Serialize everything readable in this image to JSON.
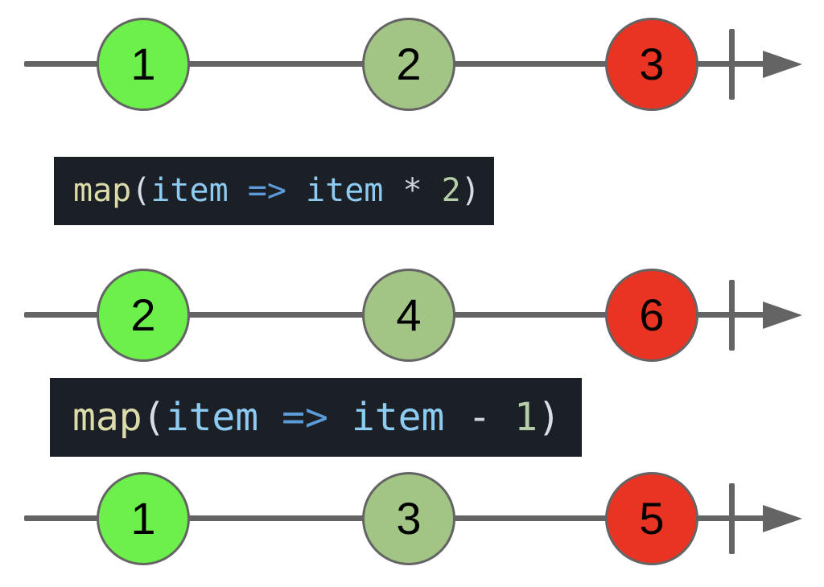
{
  "colors": {
    "background": "#ffffff",
    "stroke": "#646464",
    "marble_green": "#6df04c",
    "marble_sage": "#a2c585",
    "marble_red": "#e93423",
    "marble_text": "#000000",
    "code_background": "#1b1f26",
    "token_function": "#dcdcaa",
    "token_punctuation": "#d8dce3",
    "token_variable": "#8ecbf2",
    "token_operator_arrow": "#5a9bd8",
    "token_operator_math": "#cfd3da",
    "token_number": "#b5cea8"
  },
  "timelines": [
    {
      "name": "input-stream",
      "marbles": [
        {
          "value": "1",
          "color": "marble_green"
        },
        {
          "value": "2",
          "color": "marble_sage"
        },
        {
          "value": "3",
          "color": "marble_red"
        }
      ]
    },
    {
      "name": "stream-after-multiply",
      "marbles": [
        {
          "value": "2",
          "color": "marble_green"
        },
        {
          "value": "4",
          "color": "marble_sage"
        },
        {
          "value": "6",
          "color": "marble_red"
        }
      ]
    },
    {
      "name": "stream-after-subtract",
      "marbles": [
        {
          "value": "1",
          "color": "marble_green"
        },
        {
          "value": "3",
          "color": "marble_sage"
        },
        {
          "value": "5",
          "color": "marble_red"
        }
      ]
    }
  ],
  "code_blocks": [
    {
      "name": "map-multiply-operator",
      "text": "map(item => item * 2)",
      "tokens": [
        {
          "text": "map",
          "color": "token_function"
        },
        {
          "text": "(",
          "color": "token_punctuation"
        },
        {
          "text": "item",
          "color": "token_variable"
        },
        {
          "text": " "
        },
        {
          "text": "=>",
          "color": "token_operator_arrow"
        },
        {
          "text": " "
        },
        {
          "text": "item",
          "color": "token_variable"
        },
        {
          "text": " "
        },
        {
          "text": "*",
          "color": "token_operator_math"
        },
        {
          "text": " "
        },
        {
          "text": "2",
          "color": "token_number"
        },
        {
          "text": ")",
          "color": "token_punctuation"
        }
      ]
    },
    {
      "name": "map-subtract-operator",
      "text": "map(item => item - 1)",
      "tokens": [
        {
          "text": "map",
          "color": "token_function"
        },
        {
          "text": "(",
          "color": "token_punctuation"
        },
        {
          "text": "item",
          "color": "token_variable"
        },
        {
          "text": " "
        },
        {
          "text": "=>",
          "color": "token_operator_arrow"
        },
        {
          "text": " "
        },
        {
          "text": "item",
          "color": "token_variable"
        },
        {
          "text": " "
        },
        {
          "text": "-",
          "color": "token_operator_math"
        },
        {
          "text": " "
        },
        {
          "text": "1",
          "color": "token_number"
        },
        {
          "text": ")",
          "color": "token_punctuation"
        }
      ]
    }
  ]
}
